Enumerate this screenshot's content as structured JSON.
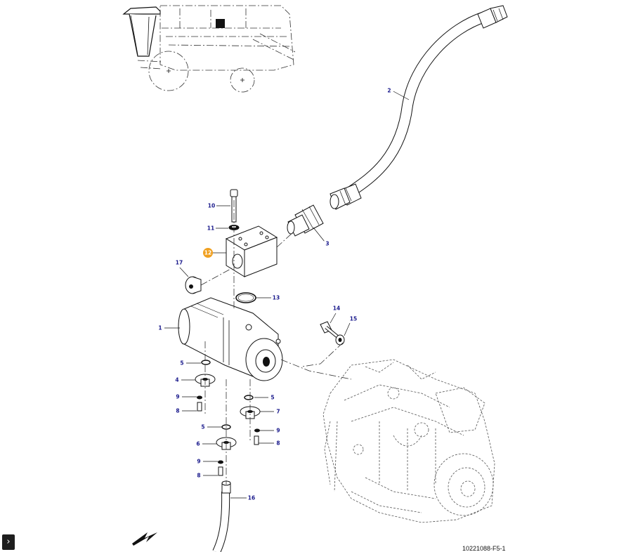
{
  "diagram": {
    "reference_code": "10221088-F5-1",
    "highlighted_callout": "12",
    "callouts": [
      {
        "id": "c1",
        "label": "1"
      },
      {
        "id": "c2",
        "label": "2"
      },
      {
        "id": "c3",
        "label": "3"
      },
      {
        "id": "c4",
        "label": "4"
      },
      {
        "id": "c5a",
        "label": "5"
      },
      {
        "id": "c5b",
        "label": "5"
      },
      {
        "id": "c5c",
        "label": "5"
      },
      {
        "id": "c6",
        "label": "6"
      },
      {
        "id": "c7",
        "label": "7"
      },
      {
        "id": "c8a",
        "label": "8"
      },
      {
        "id": "c8b",
        "label": "8"
      },
      {
        "id": "c8c",
        "label": "8"
      },
      {
        "id": "c9a",
        "label": "9"
      },
      {
        "id": "c9b",
        "label": "9"
      },
      {
        "id": "c9c",
        "label": "9"
      },
      {
        "id": "c10",
        "label": "10"
      },
      {
        "id": "c11",
        "label": "11"
      },
      {
        "id": "c12",
        "label": "12"
      },
      {
        "id": "c13",
        "label": "13"
      },
      {
        "id": "c14",
        "label": "14"
      },
      {
        "id": "c15",
        "label": "15"
      },
      {
        "id": "c16",
        "label": "16"
      },
      {
        "id": "c17",
        "label": "17"
      }
    ]
  },
  "controls": {
    "expand_icon": "chevron-right-icon",
    "expand_glyph": "›",
    "direction_icon": "direction-arrow-icon"
  }
}
